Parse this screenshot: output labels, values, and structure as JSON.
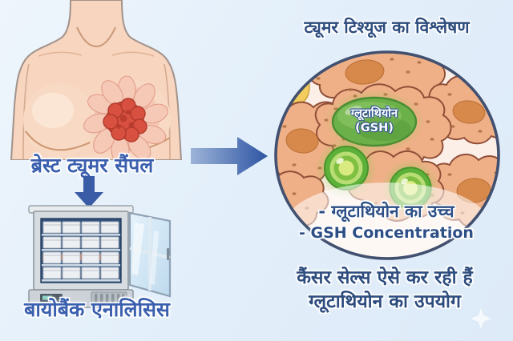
{
  "left_flow": {
    "sample_label": "ब्रेस्ट ट्यूमर सैंपल",
    "biobank_label": "बायोबैंक एनालिसिस"
  },
  "analysis": {
    "title": "ट्यूमर टिश्यूज का विश्लेषण",
    "gsh_label_line1": "ग्लूटाथियोन",
    "gsh_label_line2": "(GSH)",
    "note_line1": "- ग्लूटाथियोन का उच्च",
    "note_line2": "- GSH Concentration",
    "caption_line1": "कैंसर सेल्स ऐसे कर रही हैं",
    "caption_line2": "ग्लूटाथियोन का उपयोग"
  },
  "icons": {
    "right_arrow": "right-arrow-icon",
    "down_arrow": "down-arrow-icon",
    "sparkle": "sparkle-icon"
  },
  "colors": {
    "background": "#e4effa",
    "label_blue": "#3a5fae",
    "heading_blue": "#2d4c7e",
    "note_blue": "#2d4f86",
    "arrow_blue": "#3a5ca6",
    "circle_border": "#42506f",
    "circle_fill": "#fcefe8",
    "cell_fill": "#efb087",
    "cell_outline": "#8f4f38",
    "nucleus_orange": "#d7894c",
    "gsh_green": "#6cb04a",
    "sphere_green": "#5db13a",
    "tumor_red": "#d8503f",
    "skin": "#f7d5bf"
  }
}
